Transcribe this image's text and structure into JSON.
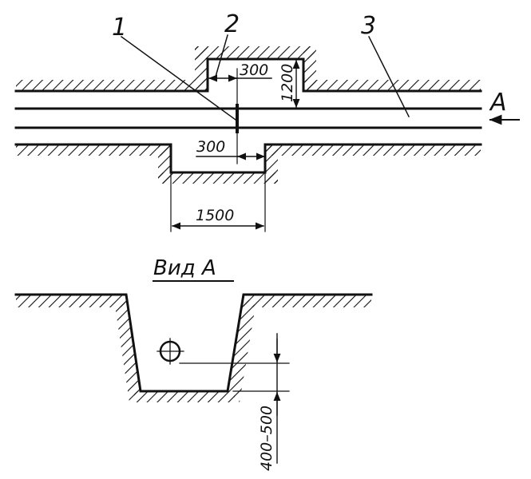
{
  "plan": {
    "callouts": [
      "1",
      "2",
      "3"
    ],
    "direction_label": "A",
    "dims": {
      "top_offset": "300",
      "top_depth": "1200",
      "bottom_offset": "300",
      "bottom_width": "1500"
    }
  },
  "section": {
    "title": "Вид А",
    "depth_dim": "400–500"
  },
  "colors": {
    "ink": "#111111",
    "paper": "#ffffff"
  }
}
